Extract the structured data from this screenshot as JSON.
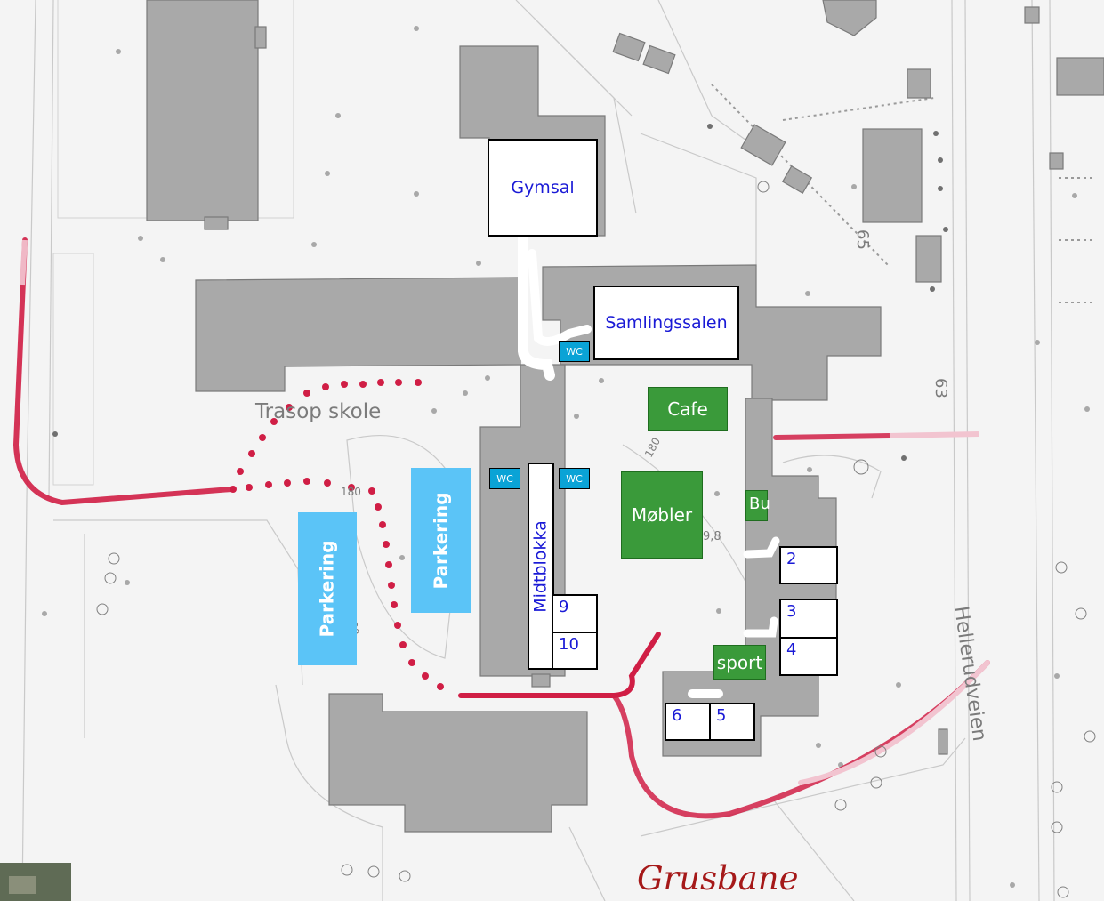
{
  "school_name": "Trasop skole",
  "street_name": "Hellerudveien",
  "field_name": "Grusbane",
  "elevation_labels": [
    "180",
    "180",
    "180",
    "9,8"
  ],
  "house_numbers": [
    "65",
    "63"
  ],
  "buildings": {
    "gymsal": "Gymsal",
    "samlingssalen": "Samlingssalen",
    "midtblokka": "Midtblokka"
  },
  "green_zones": {
    "cafe": "Cafe",
    "mobler": "Møbler",
    "bu": "Bu",
    "sport": "sport"
  },
  "toilet": "WC",
  "parking": "Parkering",
  "rooms": [
    "2",
    "3",
    "4",
    "5",
    "6",
    "9",
    "10"
  ],
  "colors": {
    "building": "#a9a9a9",
    "path": "#d01e45",
    "parking": "#5bc4f7",
    "zone": "#3a9a3a",
    "wc": "#0aa3d6",
    "label_text": "#1a1ad6"
  }
}
